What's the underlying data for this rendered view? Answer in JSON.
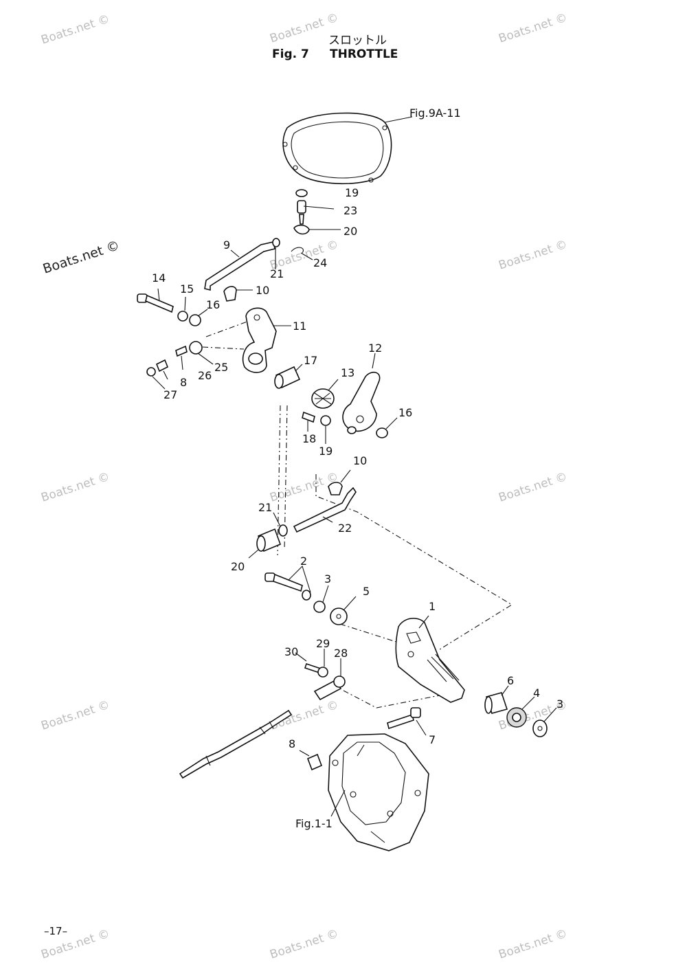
{
  "title": {
    "japanese": "スロットル",
    "fig_label": "Fig. 7",
    "name": "THROTTLE"
  },
  "page_number": "–17–",
  "watermark": "Boats.net ©",
  "references": {
    "fig9a": "Fig.9A-11",
    "fig1": "Fig.1-1"
  },
  "callouts": {
    "c19a": "19",
    "c23": "23",
    "c20a": "20",
    "c9": "9",
    "c21a": "21",
    "c24": "24",
    "c14": "14",
    "c15": "15",
    "c10a": "10",
    "c16a": "16",
    "c11": "11",
    "c25": "25",
    "c26": "26",
    "c8a": "8",
    "c27": "27",
    "c17": "17",
    "c12": "12",
    "c13": "13",
    "c16b": "16",
    "c18": "18",
    "c19b": "19",
    "c10b": "10",
    "c21b": "21",
    "c22": "22",
    "c20b": "20",
    "c2": "2",
    "c3a": "3",
    "c5": "5",
    "c1": "1",
    "c30": "30",
    "c29": "29",
    "c28": "28",
    "c6": "6",
    "c4": "4",
    "c3b": "3",
    "c7": "7",
    "c8b": "8"
  }
}
